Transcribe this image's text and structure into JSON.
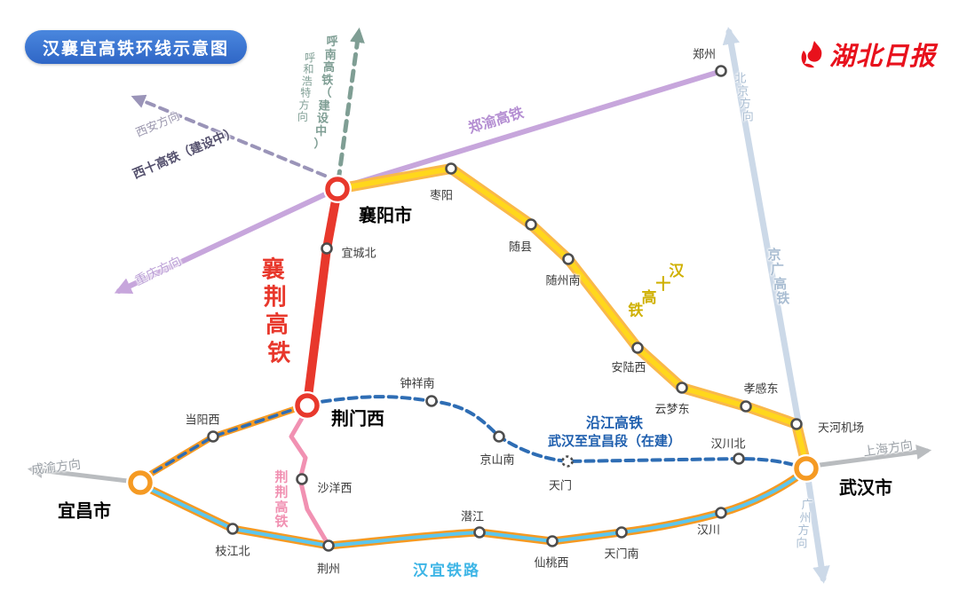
{
  "header": {
    "title": "汉襄宜高铁环线示意图",
    "brand": "湖北日报"
  },
  "colors": {
    "badge_blue": "#3b76d1",
    "brand_red": "#e8111c",
    "xiangjing": "#e8382c",
    "hanshi": "#ffd71c",
    "hanshi_halo": "#f9b84a",
    "zhengyu": "#c7a6dc",
    "jingguang": "#ccd9e8",
    "hunan": "#7f9e94",
    "xishi": "#9a94b8",
    "yanjiang": "#2e6db4",
    "loop_orange": "#f59a23",
    "hanyi": "#5bc6ee",
    "jingjing": "#f191b2",
    "dir_gray": "#b9bcbf",
    "city_ring_red": "#e8382c",
    "city_ring_orange": "#f59a23",
    "station_ring": "#4d4d4d"
  },
  "labels": {
    "zhengyu": "郑渝高铁",
    "jingguang": "京广高铁",
    "hanshi": "汉十高铁",
    "xiangjing": "襄荆高铁",
    "jingjing": "荆荆高铁",
    "hanyi": "汉宜铁路",
    "yanjiang_1": "沿江高铁",
    "yanjiang_2": "武汉至宜昌段（在建）",
    "hunan": "呼南高铁（建设中）",
    "xishi": "西十高铁（建设中）"
  },
  "directions": {
    "huhehaote": "呼和浩特方向",
    "xian": "西安方向",
    "chongqing": "重庆方向",
    "beijing": "北京方向",
    "guangzhou": "广州方向",
    "chengyu": "成渝方向",
    "shanghai": "上海方向"
  },
  "cities": {
    "xiangyang": "襄阳市",
    "jingmenxi": "荆门西",
    "yichang": "宜昌市",
    "wuhan": "武汉市"
  },
  "stations": {
    "zhengzhou": "郑州",
    "zaoyang": "枣阳",
    "suixian": "随县",
    "suizhounan": "随州南",
    "anluxi": "安陆西",
    "yunmengdong": "云梦东",
    "xiaogandong": "孝感东",
    "tianhejichang": "天河机场",
    "yichengbei": "宜城北",
    "zhongxiangnan": "钟祥南",
    "jingshannan": "京山南",
    "tianmen": "天门",
    "hanchuanbei": "汉川北",
    "dangyangxi": "当阳西",
    "shayangxi": "沙洋西",
    "zhijiangbei": "枝江北",
    "jingzhou": "荆州",
    "qianjiang": "潜江",
    "xiantaoxi": "仙桃西",
    "tianmennan": "天门南",
    "hanchuan": "汉川"
  }
}
